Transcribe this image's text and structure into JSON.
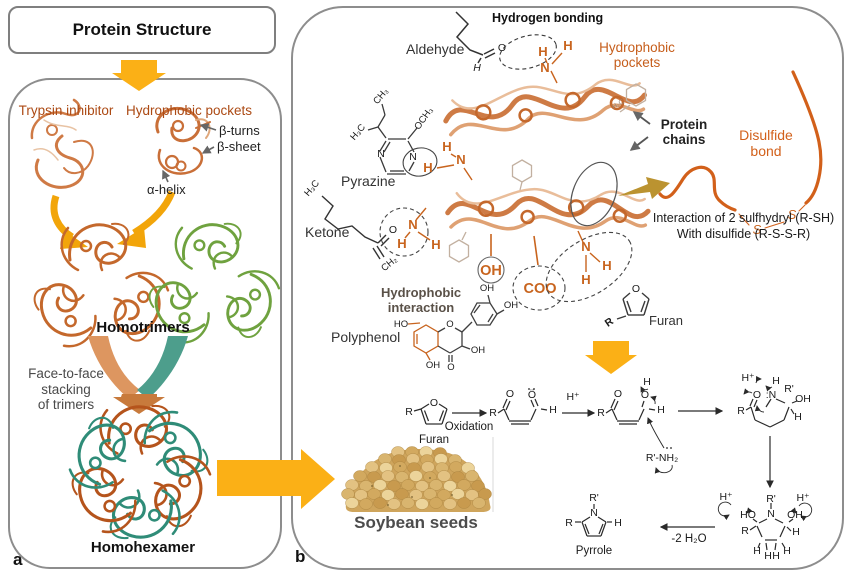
{
  "header": {
    "title": "Protein Structure"
  },
  "panel_a": {
    "tag": "a",
    "trypsin_inhibitor": "Trypsin inhibitor",
    "hydrophobic_pockets": "Hydrophobic pockets",
    "beta_turns": "β-turns",
    "beta_sheet": "β-sheet",
    "alpha_helix": "α-helix",
    "homotrimers": "Homotrimers",
    "stacking_line1": "Face-to-face",
    "stacking_line2": "stacking",
    "stacking_line3": "of trimers",
    "homohexamer": "Homohexamer"
  },
  "panel_b": {
    "tag": "b",
    "hydrogen_bonding": "Hydrogen bonding",
    "aldehyde": "Aldehyde",
    "hydrophobic_line1": "Hydrophobic",
    "hydrophobic_line2": "pockets",
    "protein_line1": "Protein",
    "protein_line2": "chains",
    "disulfide_line1": "Disulfide",
    "disulfide_line2": "bond",
    "interaction_line1": "Interaction of 2 sulfhydryl (R-SH)",
    "interaction_line2": "With disulfide (R-S-S-R)",
    "pyrazine": "Pyrazine",
    "ketone": "Ketone",
    "hydint_line1": "Hydrophobic",
    "hydint_line2": "interaction",
    "polyphenol": "Polyphenol",
    "furan": "Furan",
    "soybean_seeds": "Soybean seeds"
  },
  "reaction": {
    "furan": "Furan",
    "oxidation": "Oxidation",
    "amine": "R'-NH₂",
    "minus_water": "-2 H₂O",
    "pyrrole": "Pyrrole"
  },
  "atoms": {
    "h": "H",
    "n": "N",
    "o": "O",
    "s": "S",
    "r": "R",
    "r_prime": "R'",
    "oh": "OH",
    "ho": "HO",
    "coo": "COO",
    "h_plus": "H⁺",
    "o_dots": "Ö",
    "ch3": "CH₃",
    "h3c": "H₃C",
    "och3": "OCH₃",
    "ch2": "CH₂",
    "h2c": "H₂C",
    "n_colon": ":N"
  },
  "colors": {
    "amber": "#FBB016",
    "protein_orange": "#C4682C",
    "protein_green": "#6FA23F",
    "teal": "#2F8C78",
    "orange_text": "#C8641E",
    "brick": "#AC4A14",
    "gold_arrow": "#BB9330"
  }
}
